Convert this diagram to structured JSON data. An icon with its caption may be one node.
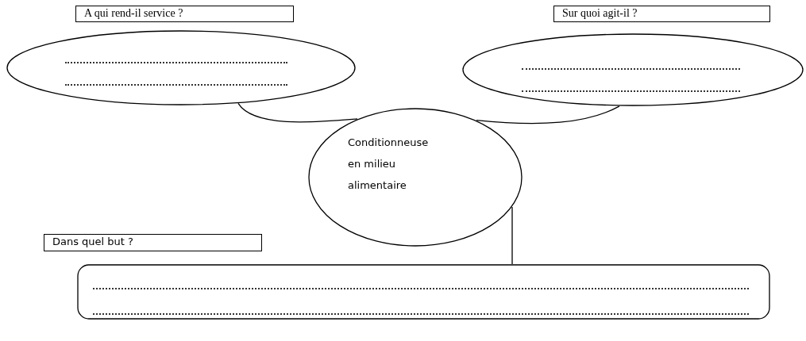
{
  "diagram": {
    "nodes": [
      {
        "text": [
          "A qui rend-il service ?"
        ]
      },
      {
        "text": [
          "Sur quoi agit-il ?"
        ]
      },
      {
        "text": [],
        "shape": "ellipse"
      },
      {
        "text": [],
        "shape": "ellipse"
      },
      {
        "text": [
          "Conditionneuse en milieu alimentaire"
        ]
      },
      {
        "text": [
          "Dans quel but ?"
        ]
      },
      {
        "text": [],
        "shape": "box"
      }
    ],
    "edges": [
      {
        "from": 2,
        "to": 4,
        "arrow": "none"
      },
      {
        "from": 4,
        "to": 3,
        "arrow": "none"
      },
      {
        "from": 4,
        "to": 6,
        "arrow": "none"
      }
    ]
  }
}
